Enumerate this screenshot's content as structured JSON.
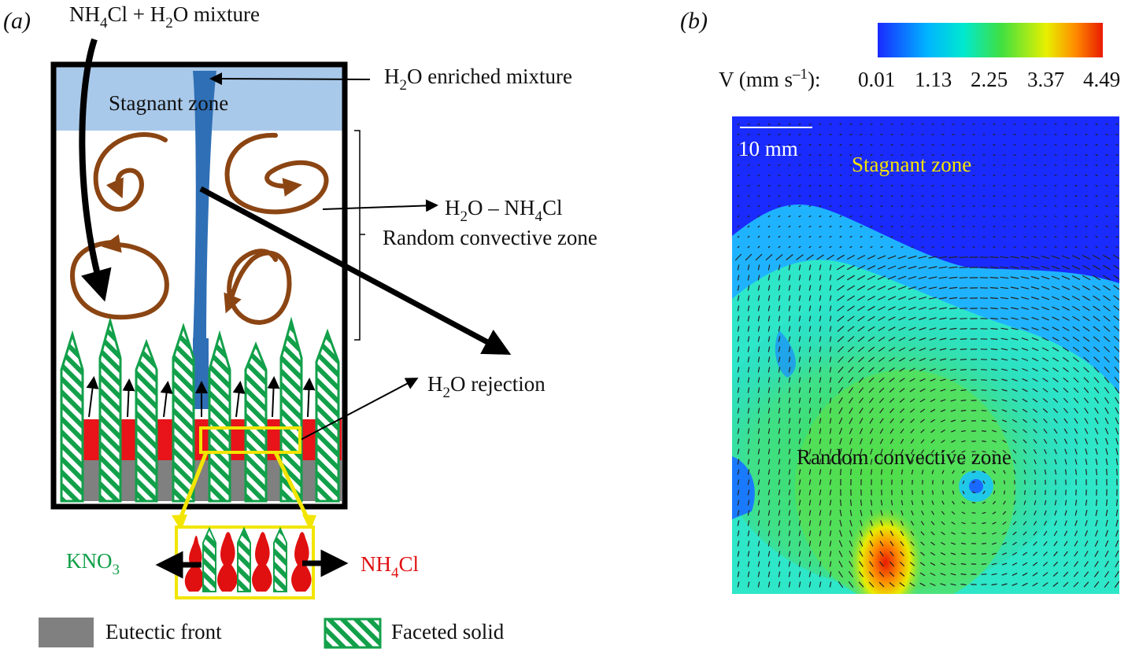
{
  "panel_a": {
    "label": "(a)",
    "mixture_label": "NH4Cl + H2O mixture",
    "h2o_enriched": "H2O enriched mixture",
    "stagnant_zone": "Stagnant zone",
    "h2o_nh4cl": "H2O – NH4Cl",
    "random_zone": "Random convective zone",
    "h2o_rejection": "H2O rejection",
    "kno3": "KNO3",
    "nh4cl": "NH4Cl",
    "legend": [
      {
        "label": "Eutectic front",
        "swatch": "eutectic"
      },
      {
        "label": "Faceted solid",
        "swatch": "faceted"
      }
    ],
    "colors": {
      "stagnant_fill": "#a9c9ea",
      "plume": "#2f6fb5",
      "swirl": "#8b4513",
      "facet": "#12a04a",
      "eutectic": "#808080",
      "red_liquid": "#e8141a",
      "zoom_box": "#f2e500"
    }
  },
  "panel_b": {
    "label": "(b)",
    "colorbar_label": "V (mm s–1):",
    "colorbar_ticks": [
      "0.01",
      "1.13",
      "2.25",
      "3.37",
      "4.49"
    ],
    "scale_bar": "10 mm",
    "stagnant_zone": "Stagnant zone",
    "random_zone": "Random convective zone",
    "colors": {
      "stagnant_text": "#f5e400",
      "colormap": [
        "#1a2bff",
        "#00c8ff",
        "#30e060",
        "#f0f000",
        "#e81a00"
      ]
    }
  }
}
